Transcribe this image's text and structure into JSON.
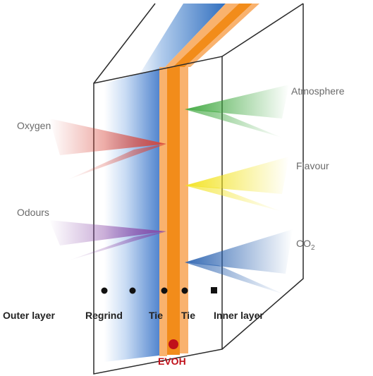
{
  "gases_in": [
    {
      "label": "Oxygen",
      "color": "#d8463a"
    },
    {
      "label": "Odours",
      "color": "#8a4aa8"
    }
  ],
  "gases_out": [
    {
      "label": "Atmosphere",
      "color": "#3aa63a"
    },
    {
      "label": "Flavour",
      "color": "#f2e21a"
    },
    {
      "label": "CO",
      "subscript": "2",
      "color": "#2a62b0"
    }
  ],
  "layers": [
    {
      "label": "Outer layer"
    },
    {
      "label": "Regrind"
    },
    {
      "label": "Tie"
    },
    {
      "label": "Tie"
    },
    {
      "label": "Inner layer"
    }
  ],
  "barrier": {
    "label": "EVOH",
    "color": "#c0101a"
  },
  "colors": {
    "regrind_band": "#3f77c8",
    "tie_band": "#f9b26e",
    "evoh_band": "#f28c1a",
    "outline": "#2b2b2b"
  }
}
